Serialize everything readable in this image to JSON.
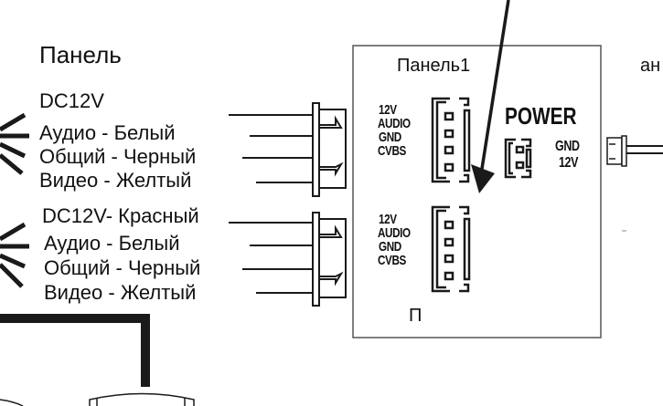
{
  "left_panel": {
    "title": "Панель",
    "group1": [
      "DC12V",
      "Аудио - Белый",
      "Общий - Черный",
      "Видео - Желтый"
    ],
    "group2": [
      "DC12V- Красный",
      "Аудио - Белый",
      "Общий - Черный",
      "Видео - Желтый"
    ]
  },
  "monitor_box": {
    "title": "Панель1",
    "connector1_pins": [
      "12V",
      "AUDIO",
      "GND",
      "CVBS"
    ],
    "connector2_pins": [
      "12V",
      "AUDIO",
      "GND",
      "CVBS"
    ],
    "connector2_label": "П",
    "power": {
      "label": "POWER",
      "pins": [
        "GND",
        "12V"
      ]
    }
  },
  "right_cut_label": "ан",
  "colors": {
    "line": "#1a1a1a",
    "box_border": "#555555"
  }
}
